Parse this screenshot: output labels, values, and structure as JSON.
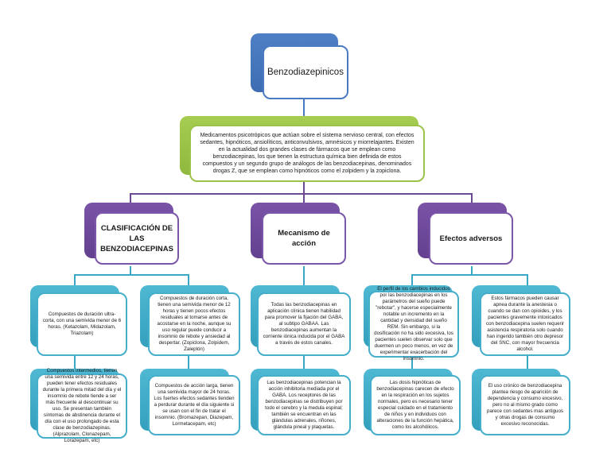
{
  "root": {
    "label": "Benzodiazepinicos"
  },
  "intro": {
    "text": "Medicamentos psicotrópicos que actúan sobre el sistema nervioso central, con efectos sedantes, hipnóticos, ansiolíticos, anticonvulsivos, amnésicos y miorrelajantes. Existen en la actualidad dos grandes clases de fármacos que se emplean como benzodiacepinas, los que tienen la estructura química bien definida de estos compuestos y un segundo grupo de análogos de las benzodiacepinas, denominados drogas Z, que se emplean como hipnóticos como el zolpidem y la zopiclona."
  },
  "categories": [
    {
      "label": "CLASIFICACIÓN DE LAS BENZODIACEPINAS",
      "leaves": [
        "Compuestos de duración ultra-corta, con una semivida menor de 6 horas. (Ketazolam, Midazolam, Triazolam)",
        "Compuestos de duración corta, tienen una semivida menor de 12 horas y tienen pocos efectos residuales al tomarse antes de acostarse en la noche, aunque su uso regular puede conducir a insomnio de rebote y ansiedad al despertar. (Zopiclona, Zolpidem, Zaleplón)",
        "Compuestos intermedios, tienen una semivida entre 12 y 24 horas, pueden tener efectos residuales durante la primera mitad del día y el insomnio de rebote tiende a ser más frecuente al descontinuar su uso. Se presentan también síntomas de abstinencia durante el día con el uso prolongado de esta clase de benzodiazepinas. (Alprazolam, Clonazepam, Lorazepam, etc)",
        "Compuestos de acción larga, tienen una semivida mayor de 24 horas. Los fuertes efectos sedantes tienden a perdurar durante el día siguiente si se usan con el fin de tratar el insomnio. (Bromazepan, Diazepam, Lormetacepam, etc)"
      ]
    },
    {
      "label": "Mecanismo de acción",
      "leaves": [
        "Todas las benzodiacepinas en aplicación clínica tienen habilidad para promover la fijación del GABA, al subtipo GABAA. Las benzodiacepinas aumentan la corriente iónica inducida por el GABA a través de estos canales.",
        "Las benzodiacepinas potencian la acción inhibitoria mediada por el GABA. Los receptores de las benzodiacepinas se distribuyen por todo el cerebro y la medula espinal; también se encuentran en las glándulas adrenales, riñones, glándula pineal y plaquetas."
      ]
    },
    {
      "label": "Efectos adversos",
      "leaves": [
        "El perfil de los cambios inducidos por las benzodiacepinas en los parámetros del sueño puede \"rebotar\", y hacerse especialmente notable un incremento en la cantidad y densidad del sueño REM. Sin embargo, si la dosificación no ha sido excesiva, los pacientes suelen observar solo que duermen un poco menos, en vez de experimentar exacerbación del insomnio.",
        "Estos fármacos pueden causar apnea durante la anestesia o cuando se dan con opioides, y los pacientes gravemente intoxicados con benzodiacepina suelen requerir asistencia respiratoria solo cuando han ingerido también otro depresor del SNC, con mayor frecuencia alcohol.",
        "Las dosis hipnóticas de benzodiacepinas carecen de efecto en la respiración en los sujetos normales, pero es necesario tener especial cuidado en el tratamiento de niños y en individuos con alteraciones de la función hepática, como los alcohólicos.",
        "El uso crónico de benzodiacepina plantea riesgo de aparición de dependencia y consumo excesivo, pero no al mismo grado como parece con sedantes mas antiguos y otras drogas de consumo excesivo reconocidas."
      ]
    }
  ]
}
